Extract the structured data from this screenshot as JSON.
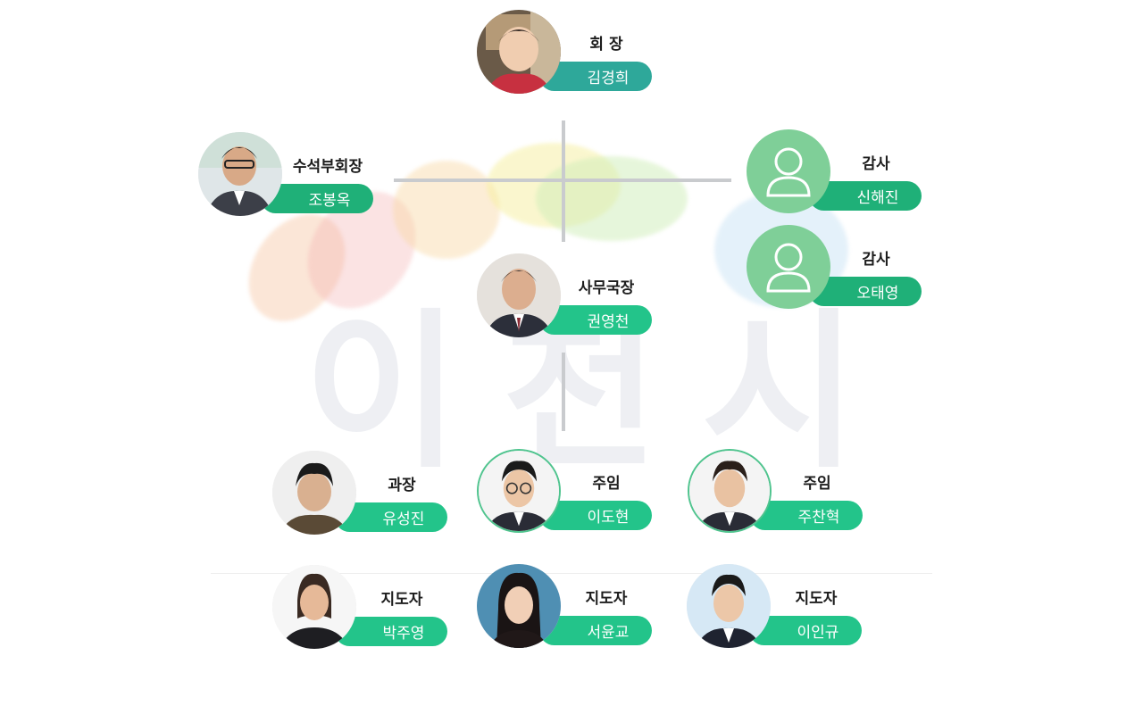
{
  "members": [
    {
      "id": "chairman",
      "role": "회 장",
      "name": "김경희",
      "pill": "#2ea89a"
    },
    {
      "id": "senior-vice-chairman",
      "role": "수석부회장",
      "name": "조봉옥",
      "pill": "#1fb078"
    },
    {
      "id": "auditor-1",
      "role": "감사",
      "name": "신해진",
      "pill": "#1fb078"
    },
    {
      "id": "auditor-2",
      "role": "감사",
      "name": "오태영",
      "pill": "#1fb078"
    },
    {
      "id": "secretary-general",
      "role": "사무국장",
      "name": "권영천",
      "pill": "#23c48a"
    },
    {
      "id": "manager",
      "role": "과장",
      "name": "유성진",
      "pill": "#23c48a"
    },
    {
      "id": "staff-1",
      "role": "주임",
      "name": "이도현",
      "pill": "#23c48a"
    },
    {
      "id": "staff-2",
      "role": "주임",
      "name": "주찬혁",
      "pill": "#23c48a"
    },
    {
      "id": "coach-1",
      "role": "지도자",
      "name": "박주영",
      "pill": "#23c48a"
    },
    {
      "id": "coach-2",
      "role": "지도자",
      "name": "서윤교",
      "pill": "#23c48a"
    },
    {
      "id": "coach-3",
      "role": "지도자",
      "name": "이인규",
      "pill": "#23c48a"
    }
  ],
  "watermark": {
    "text": "이천시"
  }
}
